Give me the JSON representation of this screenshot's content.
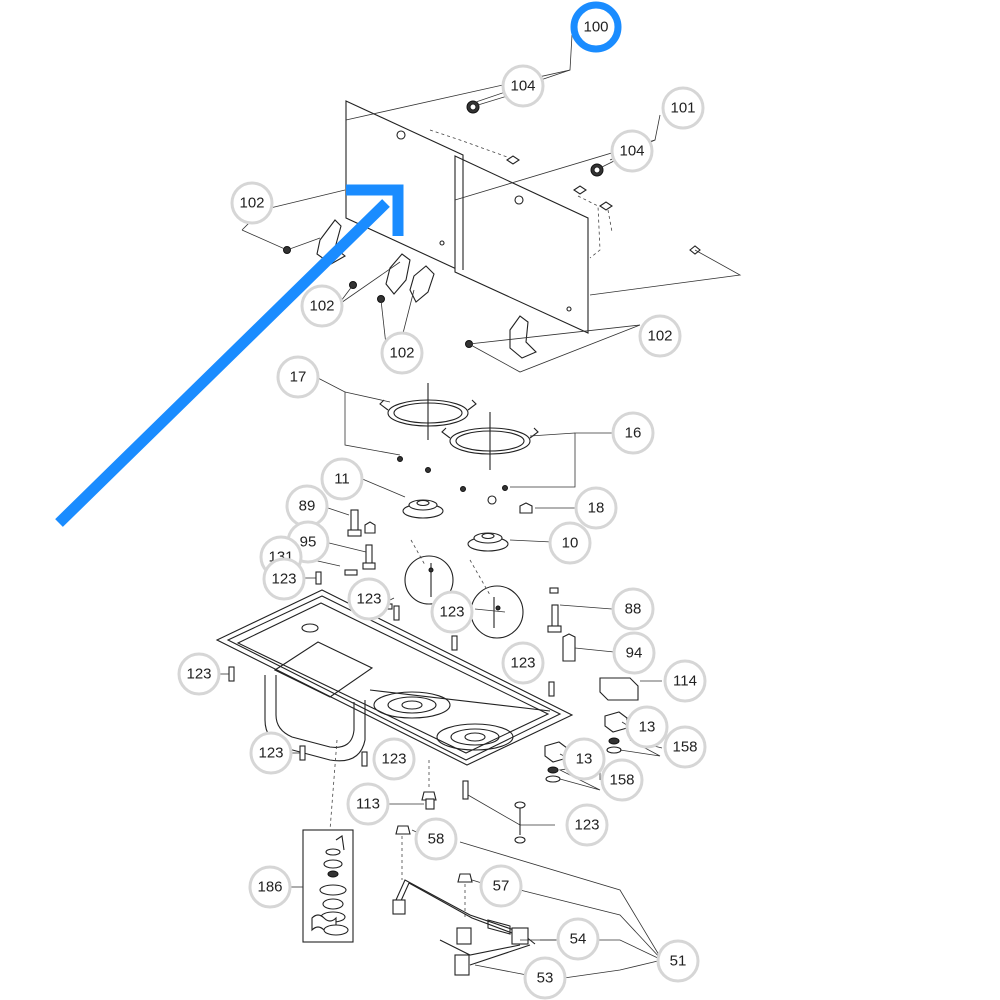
{
  "diagram": {
    "highlight_color": "#1a8cff",
    "highlighted_part": "100",
    "callout_labels": {
      "c100": "100",
      "c104a": "104",
      "c101": "101",
      "c104b": "104",
      "c102a": "102",
      "c102b": "102",
      "c102c": "102",
      "c102d": "102",
      "c17": "17",
      "c16": "16",
      "c11": "11",
      "c18": "18",
      "c89": "89",
      "c10": "10",
      "c95": "95",
      "c131": "131",
      "c123a": "123",
      "c123b": "123",
      "c123c": "123",
      "c88": "88",
      "c94": "94",
      "c123d": "123",
      "c123e": "123",
      "c114": "114",
      "c13a": "13",
      "c158a": "158",
      "c123f": "123",
      "c123g": "123",
      "c13b": "13",
      "c158b": "158",
      "c113": "113",
      "c123h": "123",
      "c58": "58",
      "c186": "186",
      "c57": "57",
      "c54": "54",
      "c51": "51",
      "c53": "53"
    }
  }
}
